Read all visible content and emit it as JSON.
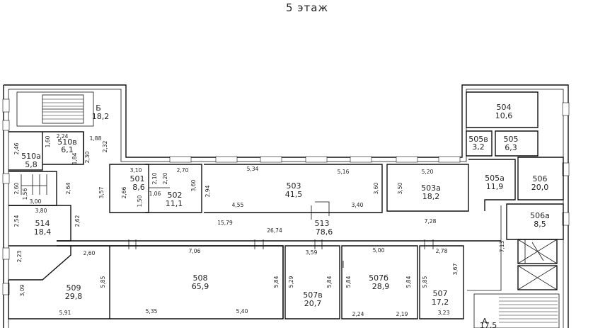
{
  "title": "5  этаж",
  "rooms": [
    {
      "id": "Б",
      "area": "18,2"
    },
    {
      "id": "510в",
      "area": "6,1"
    },
    {
      "id": "510а",
      "area": "5,8"
    },
    {
      "id": "501",
      "area": "8,6"
    },
    {
      "id": "502",
      "area": "11,1"
    },
    {
      "id": "503",
      "area": "41,5"
    },
    {
      "id": "503а",
      "area": "18,2"
    },
    {
      "id": "504",
      "area": "10,6"
    },
    {
      "id": "505в",
      "area": "3,2"
    },
    {
      "id": "505",
      "area": "6,3"
    },
    {
      "id": "505а",
      "area": "11,9"
    },
    {
      "id": "506",
      "area": "20,0"
    },
    {
      "id": "506а",
      "area": "8,5"
    },
    {
      "id": "514",
      "area": "18,4"
    },
    {
      "id": "513",
      "area": "78,6"
    },
    {
      "id": "509",
      "area": "29,8"
    },
    {
      "id": "508",
      "area": "65,9"
    },
    {
      "id": "507в",
      "area": "20,7"
    },
    {
      "id": "507б",
      "area": "28,9"
    },
    {
      "id": "507",
      "area": "17,2"
    },
    {
      "id": "А",
      "area": "17,5"
    }
  ],
  "dimensions": [
    "2,24",
    "1,60",
    "1,88",
    "2,46",
    "1,84",
    "2,30",
    "2,32",
    "3,10",
    "2,70",
    "5,34",
    "5,16",
    "5,20",
    "2,66",
    "1,50",
    "2,10",
    "2,20",
    "1,06",
    "3,60",
    "2,94",
    "3,57",
    "3,60",
    "3,50",
    "2,60",
    "1,56",
    "2,64",
    "3,00",
    "3,80",
    "2,54",
    "2,62",
    "4,55",
    "3,40",
    "15,79",
    "26,74",
    "7,28",
    "7,13",
    "2,23",
    "2,60",
    "7,06",
    "3,59",
    "5,00",
    "2,78",
    "3,67",
    "3,09",
    "5,85",
    "5,84",
    "5,29",
    "5,84",
    "5,84",
    "5,84",
    "5,85",
    "5,91",
    "5,35",
    "5,40",
    "2,24",
    "2,19",
    "3,23"
  ]
}
